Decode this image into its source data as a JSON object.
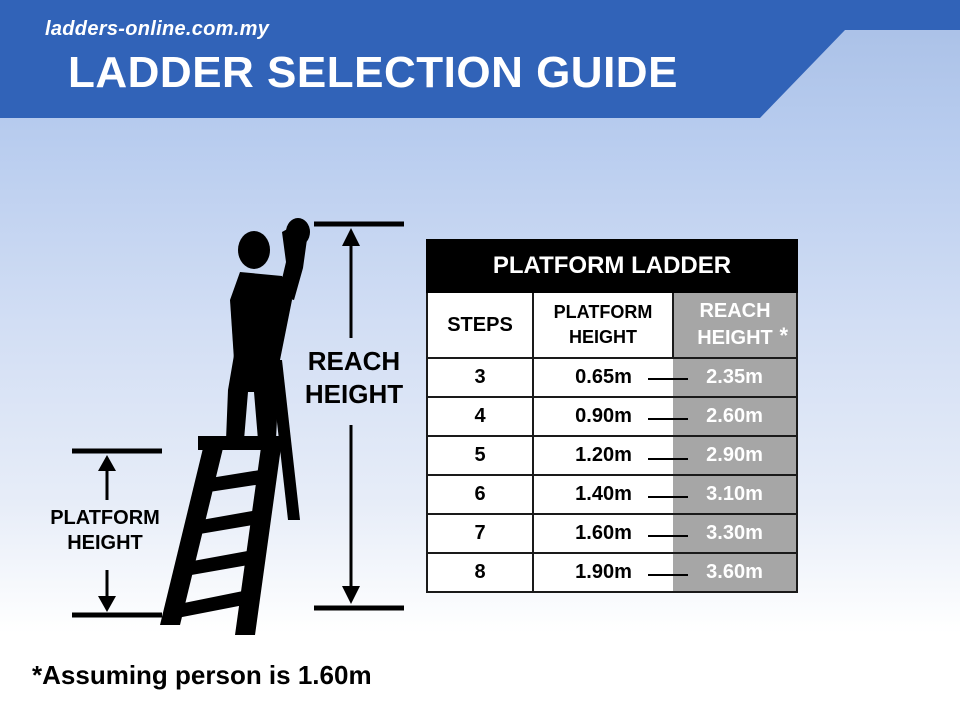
{
  "header": {
    "site_url": "ladders-online.com.my",
    "title": "LADDER SELECTION GUIDE",
    "banner_color": "#3163b8"
  },
  "figure": {
    "reach_label_line1": "REACH",
    "reach_label_line2": "HEIGHT",
    "platform_label_line1": "PLATFORM",
    "platform_label_line2": "HEIGHT",
    "icons": [
      "person-silhouette-icon",
      "ladder-icon",
      "arrow-up-icon",
      "arrow-down-icon"
    ]
  },
  "table": {
    "title": "PLATFORM LADDER",
    "headers": {
      "steps": "STEPS",
      "platform_line1": "PLATFORM",
      "platform_line2": "HEIGHT",
      "reach_line1": "REACH",
      "reach_line2": "HEIGHT",
      "reach_marker": "*"
    },
    "rows": [
      {
        "steps": "3",
        "platform": "0.65m",
        "reach": "2.35m"
      },
      {
        "steps": "4",
        "platform": "0.90m",
        "reach": "2.60m"
      },
      {
        "steps": "5",
        "platform": "1.20m",
        "reach": "2.90m"
      },
      {
        "steps": "6",
        "platform": "1.40m",
        "reach": "3.10m"
      },
      {
        "steps": "7",
        "platform": "1.60m",
        "reach": "3.30m"
      },
      {
        "steps": "8",
        "platform": "1.90m",
        "reach": "3.60m"
      }
    ],
    "reach_column_color": "#a6a6a6"
  },
  "footnote": "*Assuming person is 1.60m"
}
